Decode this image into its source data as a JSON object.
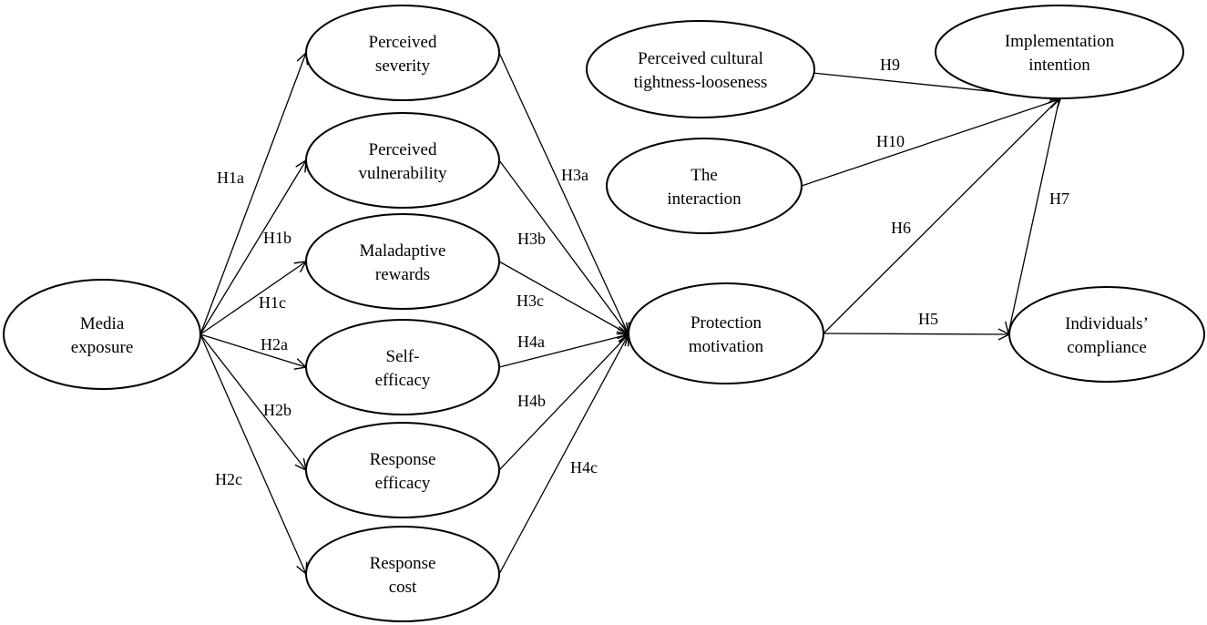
{
  "nodes": {
    "media": [
      "Media",
      "exposure"
    ],
    "severity": [
      "Perceived",
      "severity"
    ],
    "vulnerability": [
      "Perceived",
      "vulnerability"
    ],
    "rewards": [
      "Maladaptive",
      "rewards"
    ],
    "selfefficacy": [
      "Self-",
      "efficacy"
    ],
    "responseefficacy": [
      "Response",
      "efficacy"
    ],
    "responsecost": [
      "Response",
      "cost"
    ],
    "protection": [
      "Protection",
      "motivation"
    ],
    "cultural": [
      "Perceived cultural",
      "tightness-looseness"
    ],
    "interaction": [
      "The",
      "interaction"
    ],
    "implementation": [
      "Implementation",
      "intention"
    ],
    "compliance": [
      "Individuals’",
      "compliance"
    ]
  },
  "edge_labels": {
    "H1a": "H1a",
    "H1b": "H1b",
    "H1c": "H1c",
    "H2a": "H2a",
    "H2b": "H2b",
    "H2c": "H2c",
    "H3a": "H3a",
    "H3b": "H3b",
    "H3c": "H3c",
    "H4a": "H4a",
    "H4b": "H4b",
    "H4c": "H4c",
    "H5": "H5",
    "H6": "H6",
    "H7": "H7",
    "H9": "H9",
    "H10": "H10"
  },
  "colors": {
    "stroke": "#000000",
    "fill": "#ffffff"
  }
}
